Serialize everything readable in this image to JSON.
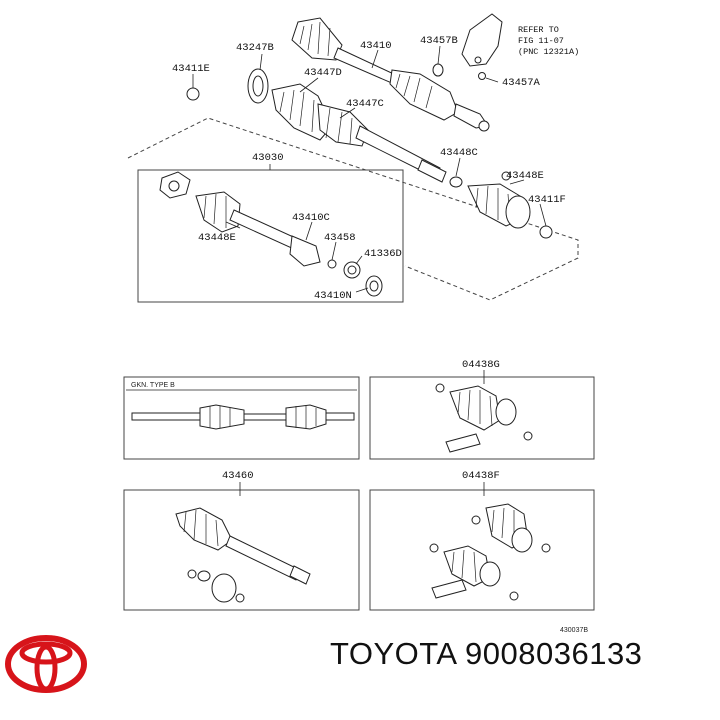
{
  "callouts": {
    "p43411e_top": "43411E",
    "p43247b": "43247B",
    "p43410": "43410",
    "p43457b": "43457B",
    "p43447d": "43447D",
    "p43447c": "43447C",
    "p43457a": "43457A",
    "p43030": "43030",
    "p43448c": "43448C",
    "p43448e_right": "43448E",
    "p43411f": "43411F",
    "p43410c": "43410C",
    "p43448e_left": "43448E",
    "p43458": "43458",
    "p41336d": "41336D",
    "p43410n": "43410N",
    "p04438g": "04438G",
    "p43460": "43460",
    "p04438f": "04438F"
  },
  "refer_note": {
    "line1": "REFER TO",
    "line2": "FIG 11-07",
    "line3": "(PNC 12321A)"
  },
  "gkn_label": "GKN. TYPE B",
  "figure_code": "430037B",
  "brand": {
    "name": "TOYOTA",
    "part_number": "9008036133",
    "logo_color": "#d7141a"
  }
}
